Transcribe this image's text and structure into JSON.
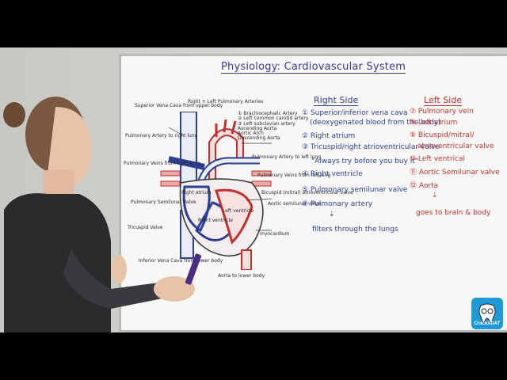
{
  "board": {
    "title": "Physiology: Cardiovascular System",
    "right_side": {
      "heading": "Right Side",
      "steps": [
        "① Superior/inferior vena cava",
        "(deoxygenated blood from the body)",
        "② Right atrium",
        "③ Tricuspid/right atrioventricular valve",
        "\"Always try before you buy it\"",
        "④ Right ventricle",
        "⑤ Pulmonary semilunar valve",
        "⑥ Pulmonary artery",
        "filters through the lungs"
      ]
    },
    "left_side": {
      "heading": "Left Side",
      "steps": [
        "⑦ Pulmonary vein",
        "⑧ Left atrium",
        "⑨ Bicuspid/mitral/",
        "atrioventricular valve",
        "⑩ Left ventrical",
        "⑪ Aortic Semilunar valve",
        "⑫ Aorta",
        "goes to brain & body"
      ]
    },
    "diagram_labels": {
      "svc": "Superior Vena Cava from upper body",
      "rl_pa": "Right + Left Pulmonary Arteries",
      "pa_right": "Pulmonary Artery to right lung",
      "pv_right": "Pulmonary Veins from right lung",
      "pulm_sl": "Pulmonary Semilunar Valve",
      "tricuspid": "Tricuspid Valve",
      "ivc": "Inferior Vena Cava from lower body",
      "branches": [
        "① Brachiocephalic Artery",
        "② Left common carotid artery",
        "③ Left subclavian artery",
        "Ascending Aorta",
        "Aortic Arch",
        "Descending Aorta"
      ],
      "pa_left": "Pulmonary Artery to left lung",
      "pv_left": "Pulmonary Veins from left lung",
      "bicuspid": "Bicuspid (mitral) atrioventricular valve",
      "aortic_sl": "Aortic semilunar valve",
      "myocardium": "myocardium",
      "aorta_lower": "Aorta to lower body",
      "right_atrium": "Right atrium",
      "right_ventricle": "Right ventricle",
      "left_ventricle": "Left ventricle"
    }
  },
  "logo": {
    "text": "CrackADAT"
  },
  "colors": {
    "blue_marker": "#2d3e96",
    "red_marker": "#c0312f",
    "logo_bg": "#1e9ad6"
  }
}
